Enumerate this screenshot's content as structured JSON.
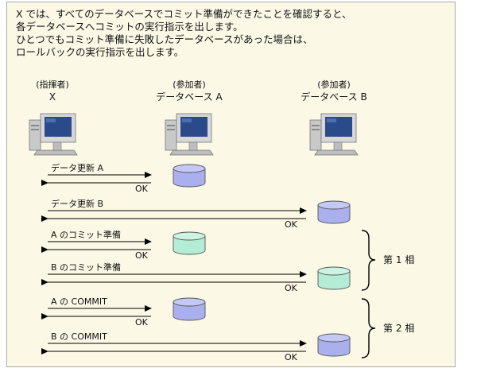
{
  "intro": {
    "line1": "X では、すべてのデータベースでコミット準備ができたことを確認すると、",
    "line2": "各データベースへコミットの実行指示を出します。",
    "line3": "ひとつでもコミット準備に失敗したデータベースがあった場合は、",
    "line4": "ロールバックの実行指示を出します。"
  },
  "actors": {
    "x": {
      "role": "(指揮者)",
      "name": "X",
      "icon": "computer-icon"
    },
    "a": {
      "role": "(参加者)",
      "name": "データベース A",
      "icon": "computer-icon"
    },
    "b": {
      "role": "(参加者)",
      "name": "データベース B",
      "icon": "computer-icon"
    }
  },
  "messages": {
    "m1": {
      "label": "データ更新 A",
      "reply": "OK"
    },
    "m2": {
      "label": "データ更新 B",
      "reply": "OK"
    },
    "m3": {
      "label": "A のコミット準備",
      "reply": "OK"
    },
    "m4": {
      "label": "B のコミット準備",
      "reply": "OK"
    },
    "m5": {
      "label": "A の COMMIT",
      "reply": "OK"
    },
    "m6": {
      "label": "B の COMMIT",
      "reply": "OK"
    }
  },
  "phases": {
    "p1": "第 1 相",
    "p2": "第 2 相"
  },
  "colors": {
    "panel_bg": "#fbf9e6",
    "db_blue": "#aab0ee",
    "db_green": "#b5ecd5",
    "monitor": "#2a4a8a"
  }
}
